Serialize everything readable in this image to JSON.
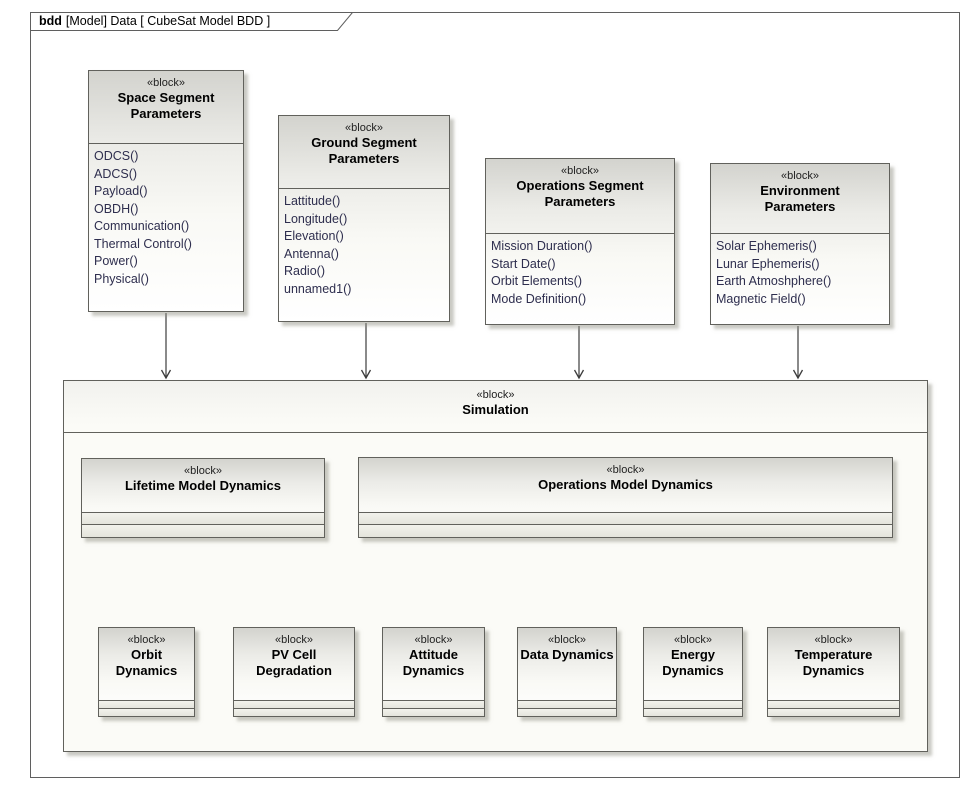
{
  "diagram_frame": {
    "tab_keyword": "bdd",
    "tab_title": "[Model] Data [ CubeSat Model BDD ]"
  },
  "colors": {
    "frame_border": "#5f5f5f",
    "block_border": "#61615c",
    "block_fill_top": "#d3d3ce",
    "block_fill_bottom": "#ffffff",
    "operation_text": "#2e2e4e",
    "connector": "#3c3c3c",
    "shadow": "#9a9a8d"
  },
  "blocks": {
    "space_segment": {
      "stereotype": "«block»",
      "name": "Space Segment Parameters",
      "operations": [
        "ODCS()",
        "ADCS()",
        "Payload()",
        "OBDH()",
        "Communication()",
        "Thermal Control()",
        "Power()",
        "Physical()"
      ]
    },
    "ground_segment": {
      "stereotype": "«block»",
      "name": "Ground Segment Parameters",
      "operations": [
        "Lattitude()",
        "Longitude()",
        "Elevation()",
        "Antenna()",
        "Radio()",
        "unnamed1()"
      ]
    },
    "operations_segment": {
      "stereotype": "«block»",
      "name": "Operations Segment Parameters",
      "operations": [
        "Mission Duration()",
        "Start Date()",
        "Orbit Elements()",
        "Mode Definition()"
      ]
    },
    "environment": {
      "stereotype": "«block»",
      "name": "Environment Parameters",
      "operations": [
        "Solar Ephemeris()",
        "Lunar Ephemeris()",
        "Earth Atmoshphere()",
        "Magnetic Field()"
      ]
    },
    "simulation": {
      "stereotype": "«block»",
      "name": "Simulation"
    },
    "lifetime_model": {
      "stereotype": "«block»",
      "name": "Lifetime Model Dynamics"
    },
    "operations_model": {
      "stereotype": "«block»",
      "name": "Operations Model Dynamics"
    },
    "orbit": {
      "stereotype": "«block»",
      "name": "Orbit Dynamics"
    },
    "pv_cell": {
      "stereotype": "«block»",
      "name": "PV Cell Degradation"
    },
    "attitude": {
      "stereotype": "«block»",
      "name": "Attitude Dynamics"
    },
    "data_dynamics": {
      "stereotype": "«block»",
      "name": "Data Dynamics"
    },
    "energy": {
      "stereotype": "«block»",
      "name": "Energy Dynamics"
    },
    "temperature": {
      "stereotype": "«block»",
      "name": "Temperature Dynamics"
    }
  },
  "relationships": {
    "arrows_into_simulation": [
      "Space Segment Parameters",
      "Ground Segment Parameters",
      "Operations Segment Parameters",
      "Environment Parameters"
    ],
    "compositions": [
      {
        "whole": "Lifetime Model Dynamics",
        "part": "Orbit Dynamics"
      },
      {
        "whole": "Lifetime Model Dynamics",
        "part": "PV Cell Degradation"
      },
      {
        "whole": "Operations Model Dynamics",
        "part": "Orbit Dynamics"
      },
      {
        "whole": "Operations Model Dynamics",
        "part": "PV Cell Degradation"
      },
      {
        "whole": "Operations Model Dynamics",
        "part": "Attitude Dynamics"
      },
      {
        "whole": "Operations Model Dynamics",
        "part": "Data Dynamics"
      },
      {
        "whole": "Operations Model Dynamics",
        "part": "Energy Dynamics"
      },
      {
        "whole": "Operations Model Dynamics",
        "part": "Temperature Dynamics"
      }
    ]
  }
}
